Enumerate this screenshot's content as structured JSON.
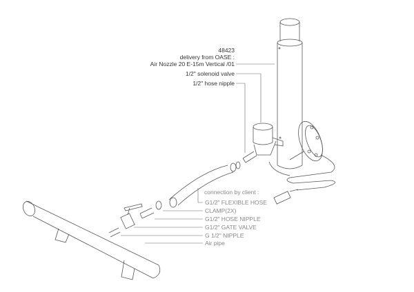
{
  "delivery": {
    "article_number": "48423",
    "delivery_from": "delivery from OASE :",
    "product": "Air Nozzle 20 E-15m Vertical /01",
    "solenoid_valve": "1/2\" solenoid valve",
    "hose_nipple": "1/2\" hose nipple"
  },
  "client": {
    "heading": "connection by client :",
    "items": [
      "G1/2\" FLEXIBLE HOSE",
      "CLAMP(2X)",
      "G1/2\" HOSE NIPPLE",
      "G1/2\" GATE VALVE",
      "G 1/2\" NIPPLE",
      "Air pipe"
    ]
  }
}
